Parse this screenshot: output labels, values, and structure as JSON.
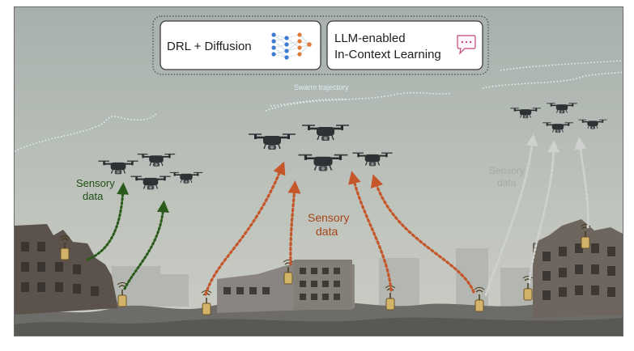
{
  "panels": {
    "left": {
      "text": "DRL + Diffusion"
    },
    "right": {
      "line1": "LLM-enabled",
      "line2": "In-Context Learning"
    }
  },
  "labels": {
    "trajectory": "Swarm trajectory",
    "sensory_left": [
      "Sensory",
      "data"
    ],
    "sensory_center": [
      "Sensory",
      "data"
    ],
    "sensory_right": [
      "Sensory",
      "data"
    ]
  },
  "colors": {
    "sky_top": "#a9b3af",
    "sky_bottom": "#c6c9c2",
    "green_arrow": "#2a5b1a",
    "orange_arrow": "#c4562a",
    "gray_arrow": "#c9cbc9",
    "trajectory": "#dff1f7"
  },
  "icons": {
    "diffusion": "neural-network-icon",
    "llm": "chat-bubble-icon",
    "drone": "quadcopter-drone-icon",
    "sensor": "sensor-antenna-icon"
  }
}
